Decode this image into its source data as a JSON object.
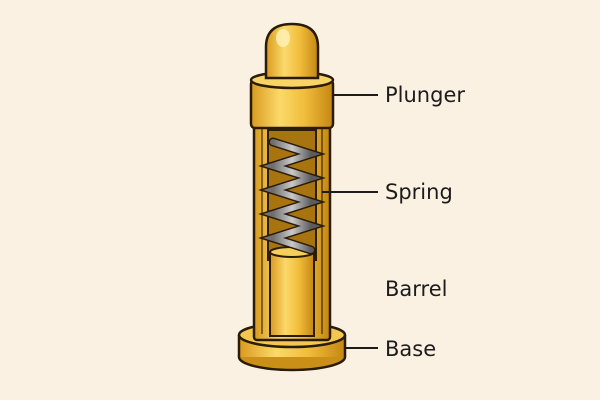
{
  "labels": {
    "plunger": "Plunger",
    "spring": "Spring",
    "barrel": "Barrel",
    "base": "Base"
  },
  "colors": {
    "background": "#fbf1e2",
    "gold": "#f0bd3a",
    "gold_dark": "#c98f16",
    "gold_light": "#fbe08a",
    "outline": "#2a1c08",
    "spring": "#8c8c8c",
    "spring_dark": "#5a5a5a"
  }
}
